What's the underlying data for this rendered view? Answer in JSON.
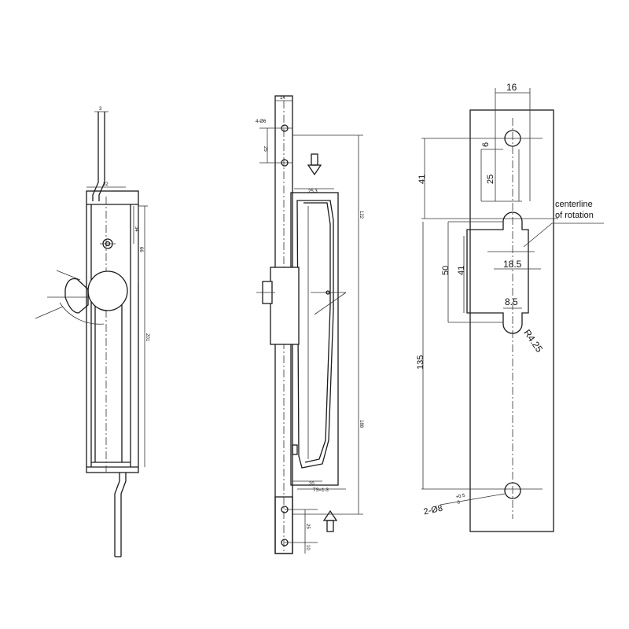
{
  "left_view": {
    "dims": {
      "top_thickness": "3",
      "width_32": "32",
      "d34": "34",
      "d66": "66",
      "d201": "201"
    }
  },
  "middle_view": {
    "dims": {
      "width_14": "14",
      "holes": "4-Ø6",
      "d25_top": "25",
      "d25_3": "25.3",
      "d122": "122",
      "d188": "188",
      "d20": "20",
      "ts": "TS=1-3",
      "d25_bottom": "25",
      "d10": "10"
    }
  },
  "right_view": {
    "dims": {
      "width_16": "16",
      "d6": "6",
      "d25": "25",
      "d41_top": "41",
      "d50": "50",
      "d41_mid": "41",
      "d18_5": "18.5",
      "d8_5": "8.5",
      "r4_25": "R4.25",
      "d135": "135",
      "hole_base": "2-Ø8",
      "hole_tol_up": "+0.5",
      "hole_tol_low": "0"
    },
    "callout_line1": "centerline",
    "callout_line2": "of rotation"
  }
}
